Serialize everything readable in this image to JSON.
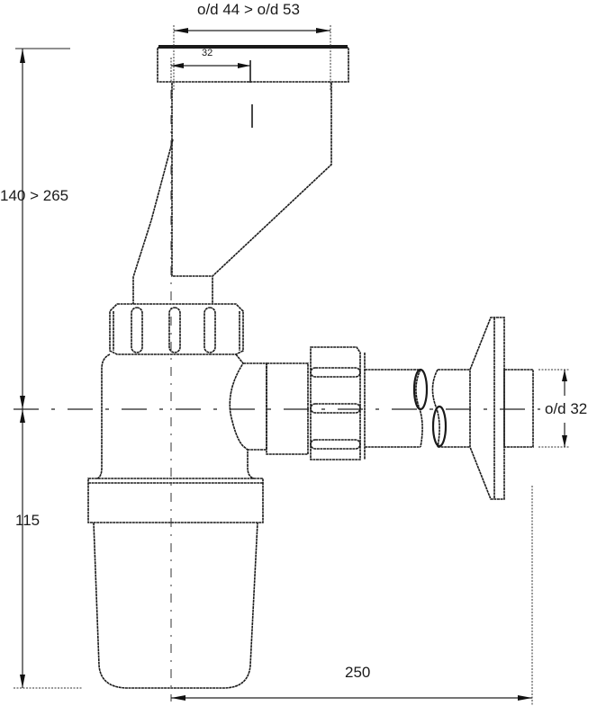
{
  "drawing": {
    "subject": "bottle trap with adjustable inlet and horizontal outlet",
    "line_color": "#1a1a1a",
    "background": "#ffffff"
  },
  "dimensions": {
    "top_inlet": "o/d 44 > o/d 53",
    "inner_bore": "32",
    "height_range": "140 > 265",
    "outlet_diameter": "o/d 32",
    "lower_height": "115",
    "outlet_length": "250"
  }
}
